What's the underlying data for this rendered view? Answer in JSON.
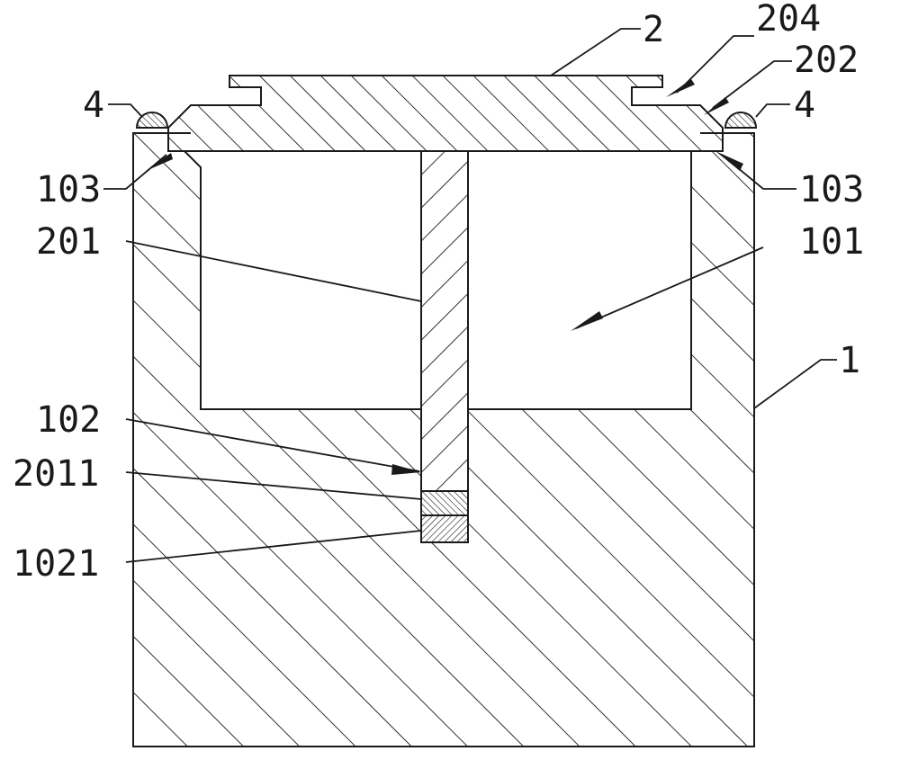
{
  "labels": {
    "lid": "2",
    "groove_right": "204",
    "step_right": "202",
    "seal_left": "4",
    "seal_right": "4",
    "gap_left": "103",
    "gap_right": "103",
    "center_post": "201",
    "cavity": "101",
    "body": "1",
    "bore": "102",
    "post_tip": "2011",
    "bore_insert": "1021"
  }
}
